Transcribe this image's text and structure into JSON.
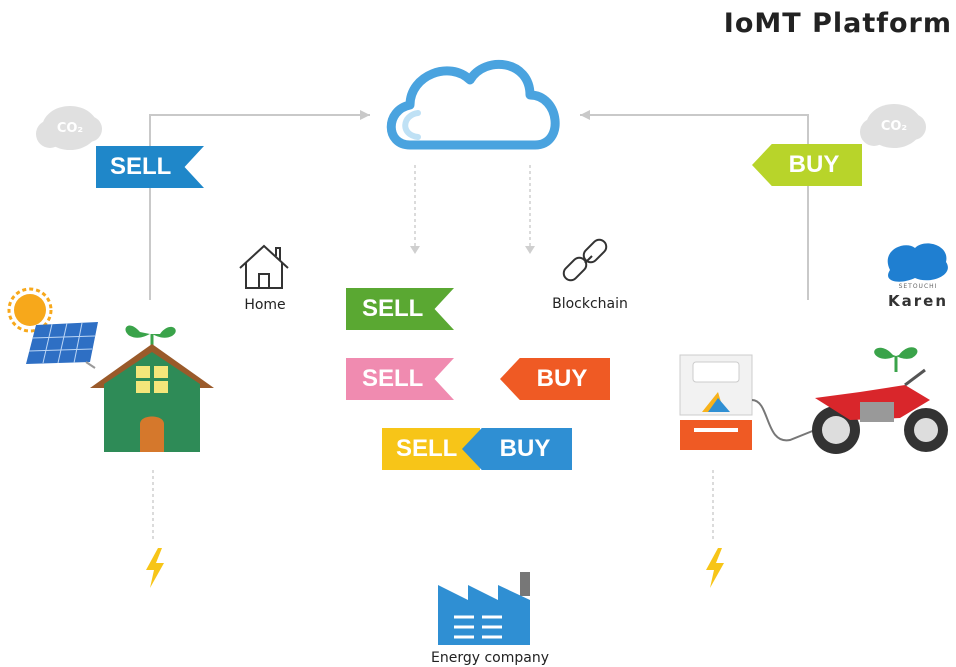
{
  "title": "IoMT Platform",
  "labels": {
    "home": "Home",
    "blockchain": "Blockchain",
    "energy_company": "Energy company",
    "karen_small": "SETOUCHI",
    "karen": "Karen"
  },
  "tags": {
    "left_sell": "SELL",
    "right_buy": "BUY",
    "green_sell": "SELL",
    "pink_sell": "SELL",
    "orange_buy": "BUY",
    "yellow_sell": "SELL",
    "blue_buy": "BUY"
  },
  "co2": {
    "left": "CO₂",
    "right": "CO₂"
  },
  "colors": {
    "cloud": "#4aa3df",
    "blue_tag": "#1f87c9",
    "lime_tag": "#b8d42a",
    "green_tag": "#5aa832",
    "pink_tag": "#f08bb0",
    "orange_tag": "#ef5a24",
    "yellow_tag": "#f7c518",
    "house": "#2e8b57",
    "factory": "#2f8fd3",
    "bike": "#d9262b"
  }
}
